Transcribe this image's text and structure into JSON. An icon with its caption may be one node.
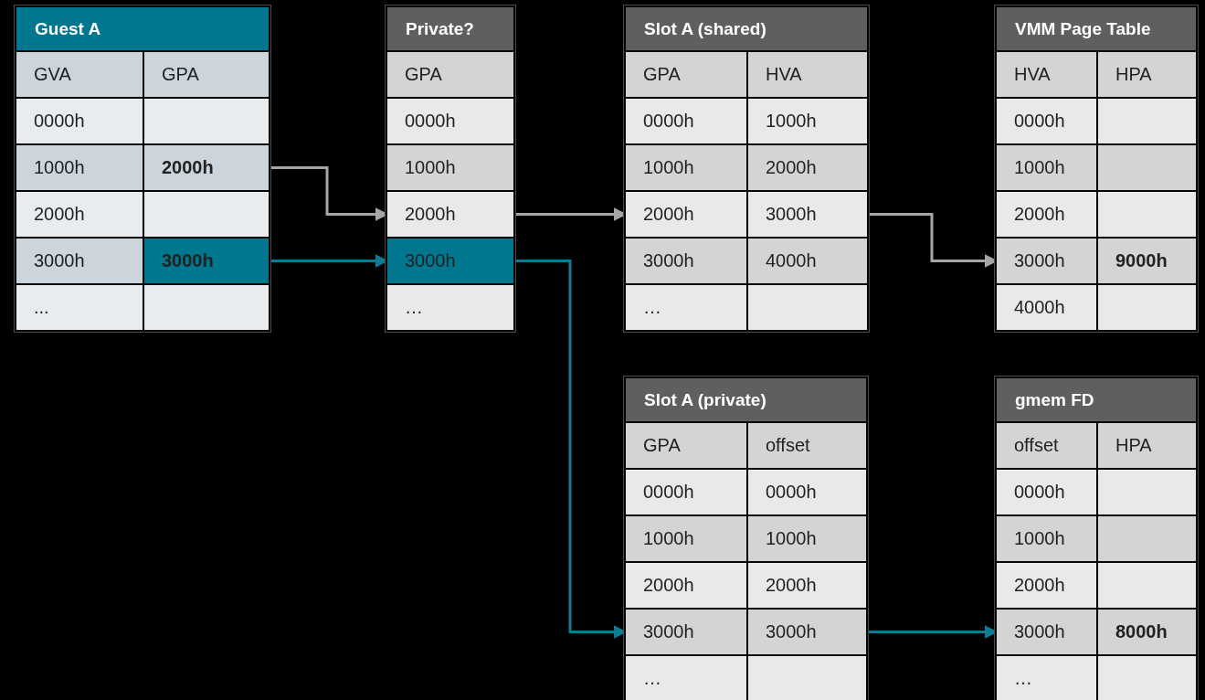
{
  "diagram": {
    "nodes": [
      {
        "text": [
          "Guest A"
        ]
      },
      {
        "text": [
          "GVA",
          "GPA"
        ],
        "in": 0
      },
      {
        "text": [
          "0000h"
        ],
        "in": 0
      },
      {
        "text": [
          "1000h",
          "**2000h**"
        ],
        "in": 0
      },
      {
        "text": [
          "2000h"
        ],
        "in": 0
      },
      {
        "text": [
          "3000h",
          "**3000h**"
        ],
        "in": 0
      },
      {
        "text": [
          "..."
        ],
        "in": 0
      },
      {
        "text": [
          "Private?"
        ]
      },
      {
        "text": [
          "GPA"
        ],
        "in": 7
      },
      {
        "text": [
          "0000h"
        ],
        "in": 7
      },
      {
        "text": [
          "1000h"
        ],
        "in": 7
      },
      {
        "text": [
          "2000h"
        ],
        "in": 7
      },
      {
        "text": [
          "3000h"
        ],
        "in": 7
      },
      {
        "text": [
          "…"
        ],
        "in": 7
      },
      {
        "text": [
          "Slot A (shared)"
        ]
      },
      {
        "text": [
          "GPA",
          "HVA"
        ],
        "in": 14
      },
      {
        "text": [
          "0000h",
          "1000h"
        ],
        "in": 14
      },
      {
        "text": [
          "1000h",
          "2000h"
        ],
        "in": 14
      },
      {
        "text": [
          "2000h",
          "3000h"
        ],
        "in": 14
      },
      {
        "text": [
          "3000h",
          "4000h"
        ],
        "in": 14
      },
      {
        "text": [
          "…"
        ],
        "in": 14
      },
      {
        "text": [
          "VMM Page Table"
        ]
      },
      {
        "text": [
          "HVA",
          "HPA"
        ],
        "in": 21
      },
      {
        "text": [
          "0000h"
        ],
        "in": 21
      },
      {
        "text": [
          "1000h"
        ],
        "in": 21
      },
      {
        "text": [
          "2000h"
        ],
        "in": 21
      },
      {
        "text": [
          "3000h",
          "**9000h**"
        ],
        "in": 21
      },
      {
        "text": [
          "4000h"
        ],
        "in": 21
      },
      {
        "text": [
          "Slot A (private)"
        ]
      },
      {
        "text": [
          "GPA",
          "offset"
        ],
        "in": 28
      },
      {
        "text": [
          "0000h",
          "0000h"
        ],
        "in": 28
      },
      {
        "text": [
          "1000h",
          "1000h"
        ],
        "in": 28
      },
      {
        "text": [
          "2000h",
          "2000h"
        ],
        "in": 28
      },
      {
        "text": [
          "3000h",
          "3000h"
        ],
        "in": 28
      },
      {
        "text": [
          "…"
        ],
        "in": 28
      },
      {
        "text": [
          "gmem FD"
        ]
      },
      {
        "text": [
          "offset",
          "HPA"
        ],
        "in": 35
      },
      {
        "text": [
          "0000h"
        ],
        "in": 35
      },
      {
        "text": [
          "1000h"
        ],
        "in": 35
      },
      {
        "text": [
          "2000h"
        ],
        "in": 35
      },
      {
        "text": [
          "3000h",
          "**8000h**"
        ],
        "in": 35
      },
      {
        "text": [
          "…"
        ],
        "in": 35
      }
    ],
    "edges": [
      {
        "from": 3,
        "to": 11,
        "arrow": "to",
        "color": "#a6a6a6"
      },
      {
        "from": 5,
        "to": 12,
        "arrow": "to",
        "color": "#0e7a93"
      },
      {
        "from": 11,
        "to": 18,
        "arrow": "to",
        "color": "#a6a6a6"
      },
      {
        "from": 12,
        "to": 33,
        "arrow": "to",
        "color": "#0e7a93"
      },
      {
        "from": 18,
        "to": 26,
        "arrow": "to",
        "color": "#a6a6a6"
      },
      {
        "from": 33,
        "to": 40,
        "arrow": "to",
        "color": "#0e7a93"
      }
    ]
  }
}
